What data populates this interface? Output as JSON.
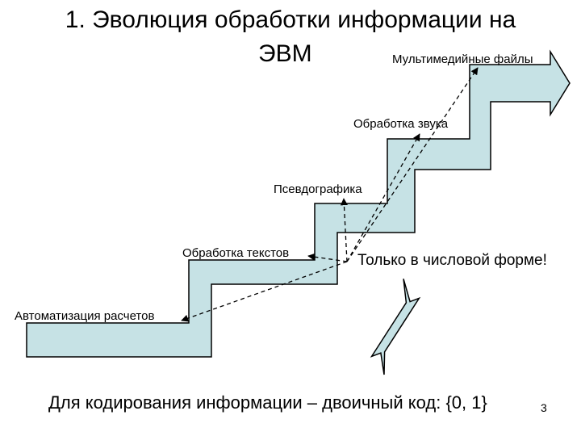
{
  "slide": {
    "title_line1": "1. Эволюция обработки информации на",
    "title_line2": "ЭВМ",
    "stages": [
      "Автоматизация расчетов",
      "Обработка текстов",
      "Псевдографика",
      "Обработка звука",
      "Мультимедийные файлы"
    ],
    "note": "Только в числовой форме!",
    "bottom_text": "Для кодирования информации – двоичный код:  {0, 1}",
    "page_number": "3"
  },
  "colors": {
    "stair_fill": "#c6e2e5",
    "stroke": "#000000",
    "background": "#ffffff"
  }
}
